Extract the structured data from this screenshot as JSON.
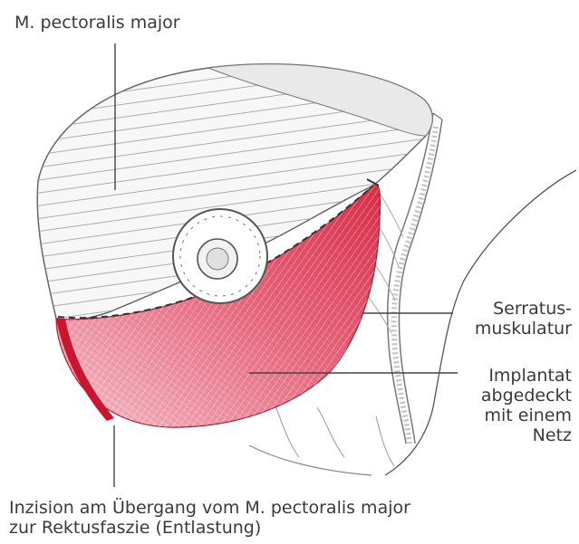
{
  "labels": {
    "pectoralis": "M. pectoralis major",
    "serratus": [
      "Serratus-",
      "muskulatur"
    ],
    "implant": [
      "Implantat",
      "abgedeckt",
      "mit einem",
      "Netz"
    ],
    "incision": [
      "Inzision am Übergang vom M. pectoralis major",
      "zur Rektusfaszie (Entlastung)"
    ]
  },
  "colors": {
    "implant_red": "#d9344a",
    "implant_pink": "#f2b7c2",
    "line": "#444444",
    "muscle_fill": "#f6f6f6"
  }
}
